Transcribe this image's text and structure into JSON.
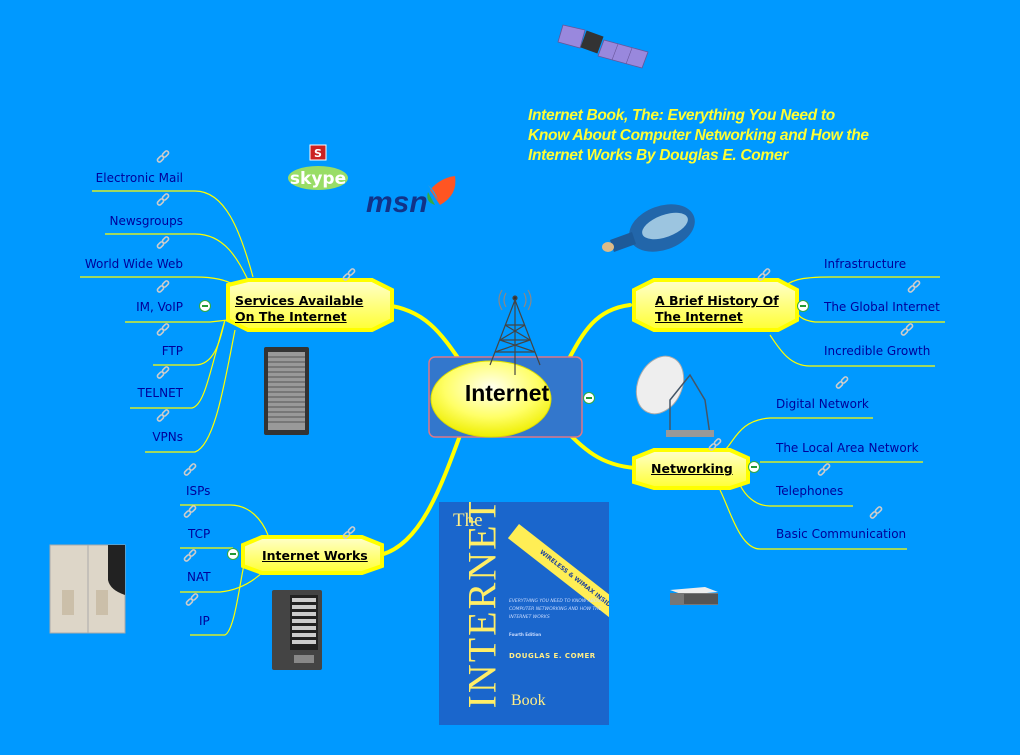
{
  "title": "Internet Book, The: Everything You Need to Know About Computer Networking and How the Internet Works By Douglas E. Comer",
  "title_lines": [
    "Internet Book, The: Everything You Need to",
    "Know About Computer Networking and How the",
    "Internet Works By Douglas E. Comer"
  ],
  "colors": {
    "background": "#0099ff",
    "connector": "#ffff00",
    "topic_fill": "#ffff44",
    "leaf_text": "#000099",
    "title_text": "#ffff33",
    "center_frame": "#3377cc"
  },
  "central_topic": {
    "label": "Internet"
  },
  "topics": [
    {
      "id": "services",
      "label_lines": [
        "Services Available",
        "On The Internet"
      ],
      "side": "left",
      "children": [
        "Electronic Mail",
        "Newsgroups",
        "World Wide Web",
        "IM, VoIP",
        "FTP",
        "TELNET",
        "VPNs"
      ]
    },
    {
      "id": "works",
      "label_lines": [
        "Internet Works"
      ],
      "side": "left",
      "children": [
        "ISPs",
        "TCP",
        "NAT",
        "IP"
      ]
    },
    {
      "id": "history",
      "label_lines": [
        "A Brief History Of",
        "The Internet"
      ],
      "side": "right",
      "children": [
        "Infrastructure",
        "The Global Internet",
        "Incredible Growth"
      ]
    },
    {
      "id": "networking",
      "label_lines": [
        "Networking"
      ],
      "side": "right",
      "children": [
        "Digital Network",
        "The Local Area Network",
        "Telephones",
        "Basic Communication"
      ]
    }
  ],
  "images": {
    "skype_logo": "skype",
    "msn_logo": "msn",
    "satellite": "satellite-icon",
    "bottle": "message-bottle-icon",
    "tower": "radio-tower-icon",
    "dish": "satellite-dish-icon",
    "rack_server": "rack-server-icon",
    "tower_server": "tower-server-icon",
    "cabinet": "server-cabinet-icon",
    "rack_unit": "rack-unit-icon"
  },
  "book_cover": {
    "the": "The",
    "title": "INTERNET",
    "book": "Book",
    "band": "WIRELESS & WIMAX INSIDE",
    "subtitle": "Everything you need to know about computer networking and how the internet works",
    "edition": "Fourth Edition",
    "author": "DOUGLAS E. COMER"
  }
}
